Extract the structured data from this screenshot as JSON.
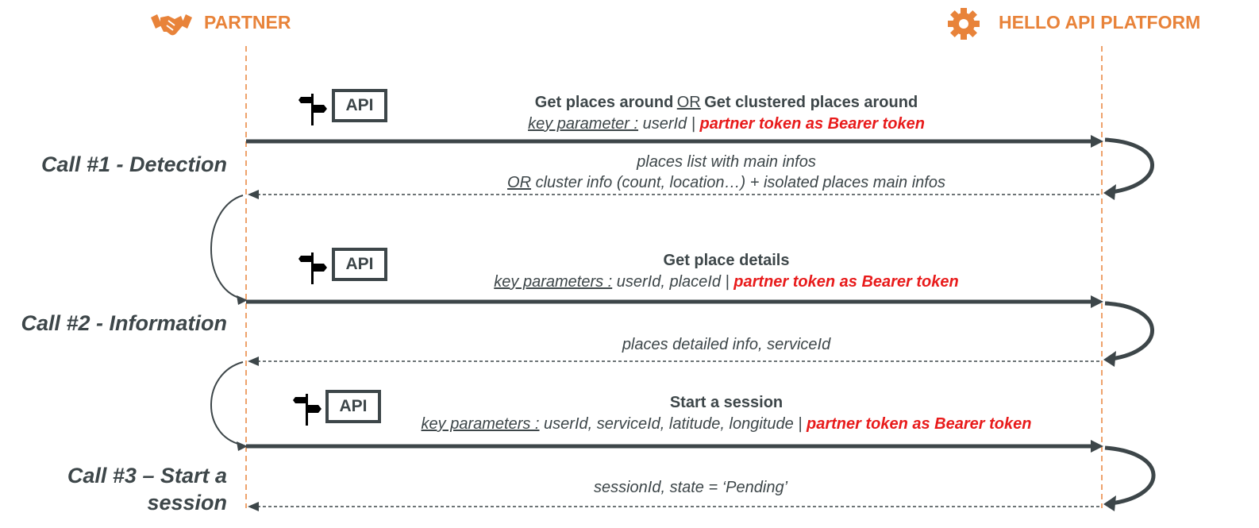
{
  "actors": {
    "partner": {
      "label": "PARTNER",
      "icon": "handshake-icon"
    },
    "platform": {
      "label": "HELLO API PLATFORM",
      "icon": "gear-icon"
    }
  },
  "colors": {
    "accent": "#e8833a",
    "dark": "#3d4649",
    "red": "#e81b1b"
  },
  "api_label": "API",
  "calls": [
    {
      "label": "Call #1 - Detection",
      "request": {
        "title_a": "Get places around",
        "title_or": "OR",
        "title_b": "Get clustered places around",
        "params_label": "key parameter :",
        "params": " userId | ",
        "token": "partner token as Bearer token"
      },
      "response": {
        "line1": "places list with main infos",
        "line2_or": "OR",
        "line2": " cluster info (count, location…) + isolated places main infos"
      }
    },
    {
      "label": "Call #2 - Information",
      "request": {
        "title": "Get place details",
        "params_label": "key parameters :",
        "params": " userId, placeId | ",
        "token": "partner token as Bearer token"
      },
      "response": {
        "line1": "places detailed info, serviceId"
      }
    },
    {
      "label_line1": "Call #3 – Start a",
      "label_line2": "session",
      "request": {
        "title": "Start a session",
        "params_label": "key parameters :",
        "params": " userId, serviceId, latitude, longitude | ",
        "token": "partner token as Bearer token"
      },
      "response": {
        "line1": "sessionId, state = ‘Pending’"
      }
    }
  ]
}
